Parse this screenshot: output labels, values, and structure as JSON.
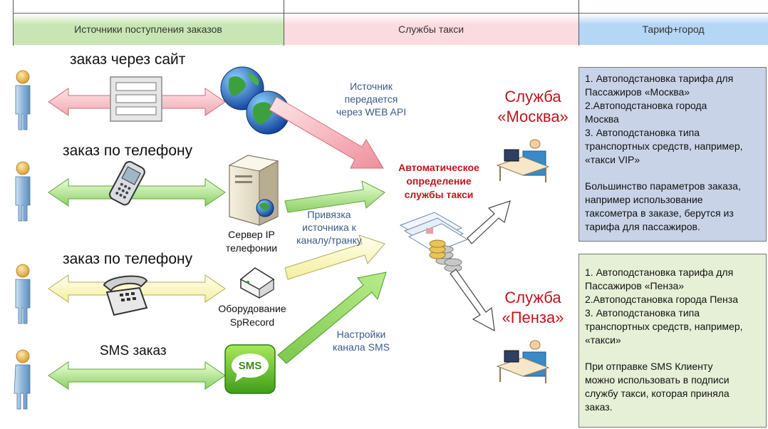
{
  "header": {
    "col1": "Источники поступления заказов",
    "col2": "Службы такси",
    "col3": "Тариф+город",
    "colors": {
      "col1": "#c8e6b4",
      "col2": "#fbdbe0",
      "col3": "#b6d6f6"
    }
  },
  "sources": [
    {
      "label": "заказ через сайт"
    },
    {
      "label": "заказ по телефону"
    },
    {
      "label": "заказ по телефону"
    },
    {
      "label": "SMS заказ"
    }
  ],
  "devices": {
    "ip_server": [
      "Сервер IP",
      "телефонии"
    ],
    "sprecord": [
      "Оборудование",
      "SpRecord"
    ],
    "sms_icon": "SMS"
  },
  "notes": {
    "web_api": [
      "Источник",
      "передается",
      "через WEB API"
    ],
    "binding": [
      "Привязка",
      "источника к",
      "каналу/транку"
    ],
    "sms_settings": [
      "Настройки",
      "канала SMS"
    ],
    "auto": [
      "Автоматическое",
      "определение",
      "службы такси"
    ]
  },
  "services": {
    "moscow": [
      "Служба",
      "«Москва»"
    ],
    "penza": [
      "Служба",
      "«Пенза»"
    ]
  },
  "panels": {
    "moscow": {
      "lines": [
        "1. Автоподстановка тарифа для",
        "Пассажиров «Москва»",
        "2.Автоподстановка города",
        "Москва",
        "3. Автоподстановка типа",
        "транспортных средств, например,",
        "«такси VIP»"
      ],
      "extra": [
        "Большинство параметров заказа,",
        "например использование",
        "таксометра в заказе, берутся из",
        "тарифа для пассажиров."
      ],
      "color": "#c9d3e8"
    },
    "penza": {
      "lines": [
        "1. Автоподстановка тарифа для",
        "Пассажиров «Пенза»",
        "2.Автоподстановка города Пенза",
        "3. Автоподстановка типа",
        "транспортных средств, например,",
        "«такси»"
      ],
      "extra": [
        "При отправке SMS Клиенту",
        "можно использовать в подписи",
        "службу такси, которая приняла",
        "заказ."
      ],
      "color": "#e6f0d6"
    }
  }
}
